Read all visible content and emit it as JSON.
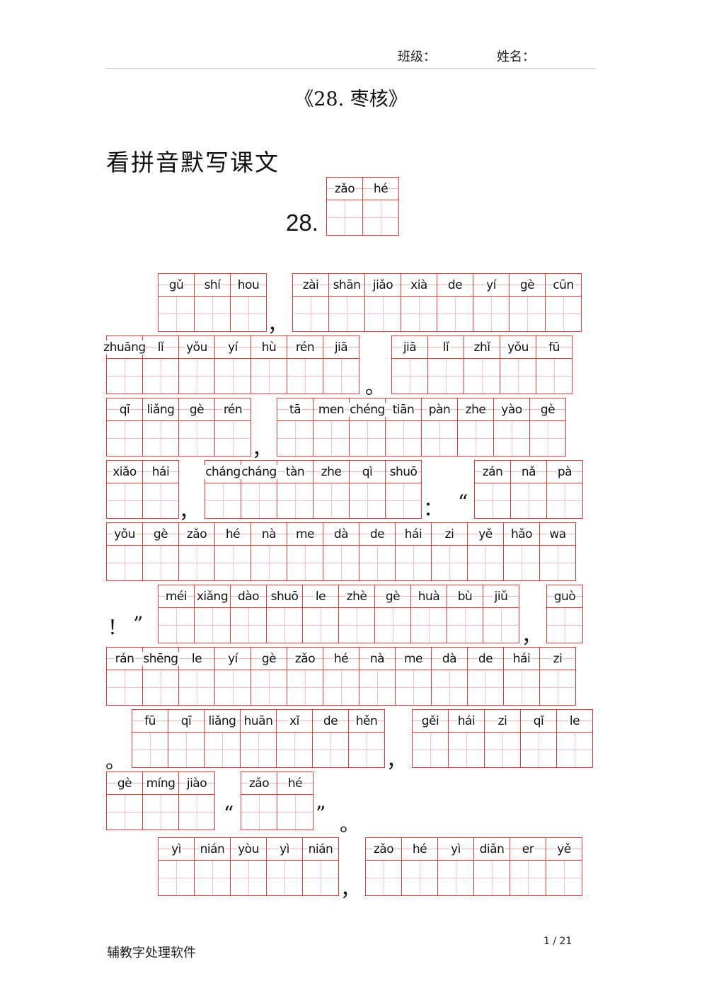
{
  "header": {
    "class_label": "班级：",
    "name_label": "姓名："
  },
  "title": "《28. 枣核》",
  "section_heading": "看拼音默写课文",
  "lesson": {
    "number": "28.",
    "pinyin": [
      "zǎo",
      "hé"
    ]
  },
  "rows": [
    [
      [
        "gǔ",
        "shí",
        "hou"
      ],
      [
        "zài",
        "shān",
        "jiǎo",
        "xià",
        "de",
        "yí",
        "gè",
        "cūn"
      ]
    ],
    [
      [
        "zhuāng",
        "lǐ",
        "yǒu",
        "yí",
        "hù",
        "rén",
        "jiā"
      ],
      [
        "jiā",
        "lǐ",
        "zhǐ",
        "yǒu",
        "fū"
      ]
    ],
    [
      [
        "qī",
        "liǎng",
        "gè",
        "rén"
      ],
      [
        "tā",
        "men",
        "chéng",
        "tiān",
        "pàn",
        "zhe",
        "yào",
        "gè"
      ]
    ],
    [
      [
        "xiǎo",
        "hái"
      ],
      [
        "cháng",
        "cháng",
        "tàn",
        "zhe",
        "qì",
        "shuō"
      ],
      [
        "zán",
        "nǎ",
        "pà"
      ]
    ],
    [
      [
        "yǒu",
        "gè",
        "zǎo",
        "hé",
        "nà",
        "me",
        "dà",
        "de",
        "hái",
        "zi",
        "yě",
        "hǎo",
        "wa"
      ]
    ],
    [
      [
        "méi",
        "xiǎng",
        "dào",
        "shuō",
        "le",
        "zhè",
        "gè",
        "huà",
        "bù",
        "jiǔ"
      ],
      [
        "guò"
      ]
    ],
    [
      [
        "rán",
        "shēng",
        "le",
        "yí",
        "gè",
        "zǎo",
        "hé",
        "nà",
        "me",
        "dà",
        "de",
        "hái",
        "zi"
      ]
    ],
    [
      [
        "fū",
        "qī",
        "liǎng",
        "huān",
        "xǐ",
        "de",
        "hěn"
      ],
      [
        "gěi",
        "hái",
        "zi",
        "qǐ",
        "le"
      ]
    ],
    [
      [
        "gè",
        "míng",
        "jiào"
      ],
      [
        "zǎo",
        "hé"
      ]
    ],
    [
      [
        "yì",
        "nián",
        "yòu",
        "yì",
        "nián"
      ],
      [
        "zǎo",
        "hé",
        "yì",
        "diǎn",
        "er",
        "yě"
      ]
    ]
  ],
  "punctuation": {
    "r0_comma": "，",
    "r1_period": "。",
    "r2_comma": "，",
    "r3_comma": "，",
    "r3_colon": "：",
    "r3_quote": "“",
    "r5_excl": "！",
    "r5_quote": "”",
    "r5_comma": "，",
    "r7_period": "。",
    "r7_comma": "，",
    "r8_open": "“",
    "r8_close": "”",
    "r8_period": "。",
    "r9_comma": "，"
  },
  "footer": {
    "left": "辅教字处理软件",
    "page": "1 / 21"
  }
}
